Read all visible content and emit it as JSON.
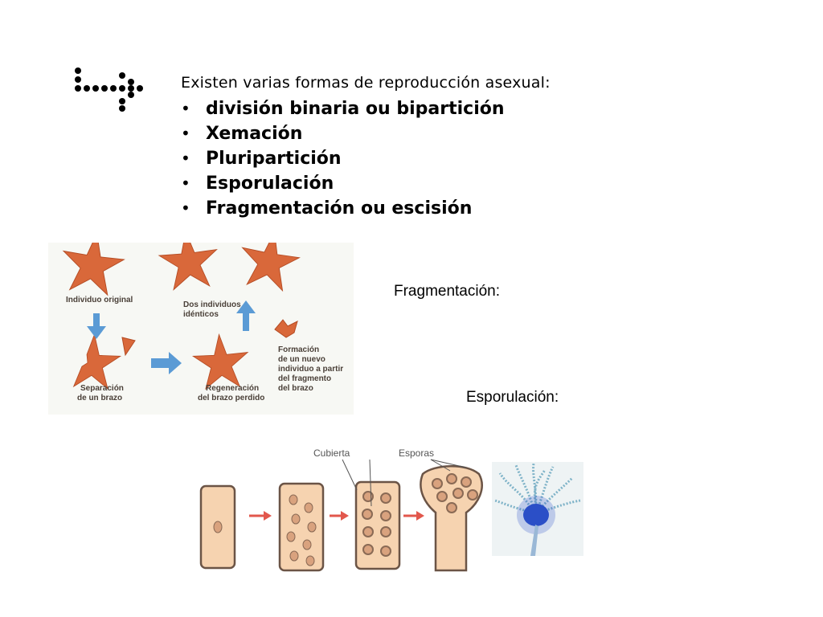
{
  "intro": "Existen varias formas de reproducción asexual:",
  "bullet_char": "•",
  "methods": [
    "división binaria ou bipartición",
    "Xemación",
    "Pluripartición",
    "Esporulación",
    "Fragmentación ou escisión"
  ],
  "fragmentation_label": "Fragmentación:",
  "sporulation_label": "Esporulación:",
  "starfish_figure": {
    "original": [
      "Individuo original"
    ],
    "identical": [
      "Dos individuos",
      "idénticos"
    ],
    "separation": [
      "Separación",
      "de un brazo"
    ],
    "regeneration": [
      "Regeneración",
      "del brazo perdido"
    ],
    "formation": [
      "Formación",
      "de un nuevo",
      "individuo a partir",
      "del fragmento",
      "del brazo"
    ]
  },
  "spore_figure": {
    "cover_label": "Cubierta",
    "spores_label": "Esporas"
  },
  "colors": {
    "starfish": "#d9683a",
    "arrow_blue": "#5b9bd5",
    "cell_fill": "#f6d3b0",
    "arrow_red": "#e2574c",
    "micro_stain": "#2b4fc7"
  },
  "icons": [
    "dotted-arrow-icon"
  ]
}
